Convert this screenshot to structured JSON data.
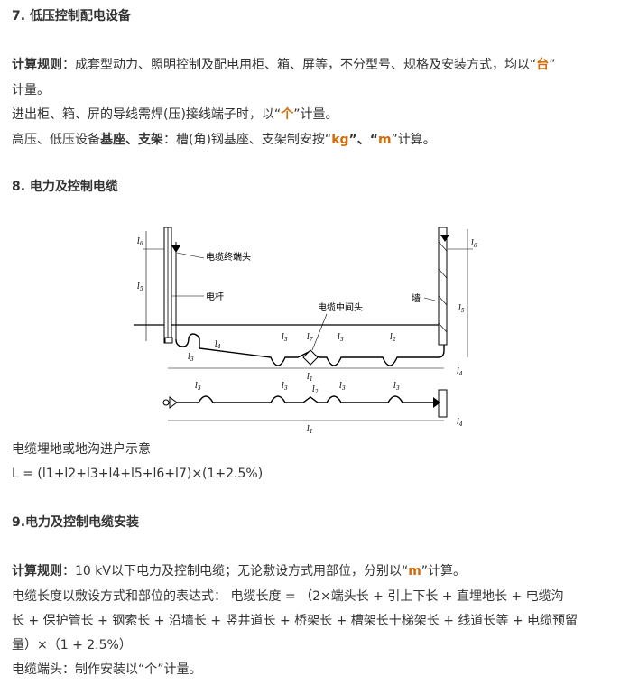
{
  "s7": {
    "heading": "7. 低压控制配电设备",
    "rule_label": "计算规则",
    "rule_text": "：成套型动力、照明控制及配电用柜、箱、屏等，不分型号、规格及安装方式，均以“",
    "rule_unit": "台",
    "rule_end": "”",
    "rule_cont": "计量。",
    "line2_pre": "进出柜、箱、屏的导线需焊(压)接线端子时，以“",
    "line2_unit": "个",
    "line2_end": "”计量。",
    "line3_pre": "高压、低压设备",
    "line3_bold": "基座、支架",
    "line3_mid": "：槽(角)钢基座、支架制安按“",
    "line3_kg": "kg",
    "line3_sep": "”、“",
    "line3_m": "m",
    "line3_end": "”计算。"
  },
  "s8": {
    "heading": "8. 电力及控制电缆",
    "diagram": {
      "terminal": "电缆终端头",
      "pole": "电杆",
      "wall": "墙",
      "joint": "电缆中间头",
      "l1": "l",
      "l1_sub": "1",
      "l2": "l",
      "l2_sub": "2",
      "l3": "l",
      "l3_sub": "3",
      "l4": "l",
      "l4_sub": "4",
      "l5": "l",
      "l5_sub": "5",
      "l6": "l",
      "l6_sub": "6",
      "l7": "l",
      "l7_sub": "7"
    },
    "caption": "电缆埋地或地沟进户示意",
    "formula": "L = (l1+l2+l3+l4+l5+l6+l7)×(1+2.5%)"
  },
  "s9": {
    "heading": "9.电力及控制电缆安装",
    "rule_label": "计算规则",
    "rule_text": "：10 kV以下电力及控制电缆；无论敷设方式用部位，分别以“",
    "rule_unit": "m",
    "rule_end": "”计算。",
    "len_line1": "电缆长度以敷设方式和部位的表达式：   电缆长度 = （2×端头长 + 引上下长 + 直埋地长 + 电缆沟",
    "len_line2": "长 + 保护管长 + 钢索长 + 沿墙长 + 竖井道长 + 桥架长 + 槽架长十梯架长 + 线道长等 + 电缆预留",
    "len_line3": "量）×（1 + 2.5%）",
    "terminal_line": "电缆端头：制作安装以“个”计量。"
  }
}
